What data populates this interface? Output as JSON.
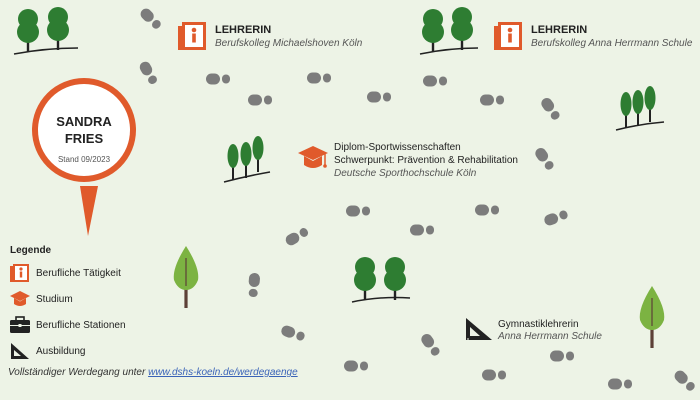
{
  "profile": {
    "name_line1": "SANDRA",
    "name_line2": "FRIES",
    "status": "Stand 09/2023"
  },
  "stations": [
    {
      "role": "LEHRERIN",
      "place": "Berufskolleg Michaelshoven Köln",
      "icon": "door-icon"
    },
    {
      "role": "LEHRERIN",
      "place": "Berufskolleg Anna Herrmann Schule",
      "icon": "door-icon"
    }
  ],
  "study": {
    "line1": "Diplom-Sportwissenschaften",
    "line2": "Schwerpunkt: Prävention & Rehabilitation",
    "place": "Deutsche Sporthochschule Köln",
    "icon": "graduation-cap-icon"
  },
  "training": {
    "title": "Gymnastiklehrerin",
    "place": "Anna Herrmann Schule",
    "icon": "set-square-icon"
  },
  "legend": {
    "title": "Legende",
    "items": [
      {
        "label": "Berufliche Tätigkeit",
        "icon": "door-icon"
      },
      {
        "label": "Studium",
        "icon": "graduation-cap-icon"
      },
      {
        "label": "Berufliche Stationen",
        "icon": "briefcase-icon"
      },
      {
        "label": "Ausbildung",
        "icon": "set-square-icon"
      }
    ]
  },
  "footer": {
    "prefix": "Vollständiger Werdegang unter",
    "link": "www.dshs-koeln.de/werdegaenge"
  },
  "colors": {
    "background": "#edf3e6",
    "accent": "#e05a2b",
    "footprint": "#7c7c7c",
    "tree_dark": "#2e7d32",
    "tree_light": "#7cb342",
    "trunk": "#5d4037",
    "icon_dark": "#222222"
  }
}
